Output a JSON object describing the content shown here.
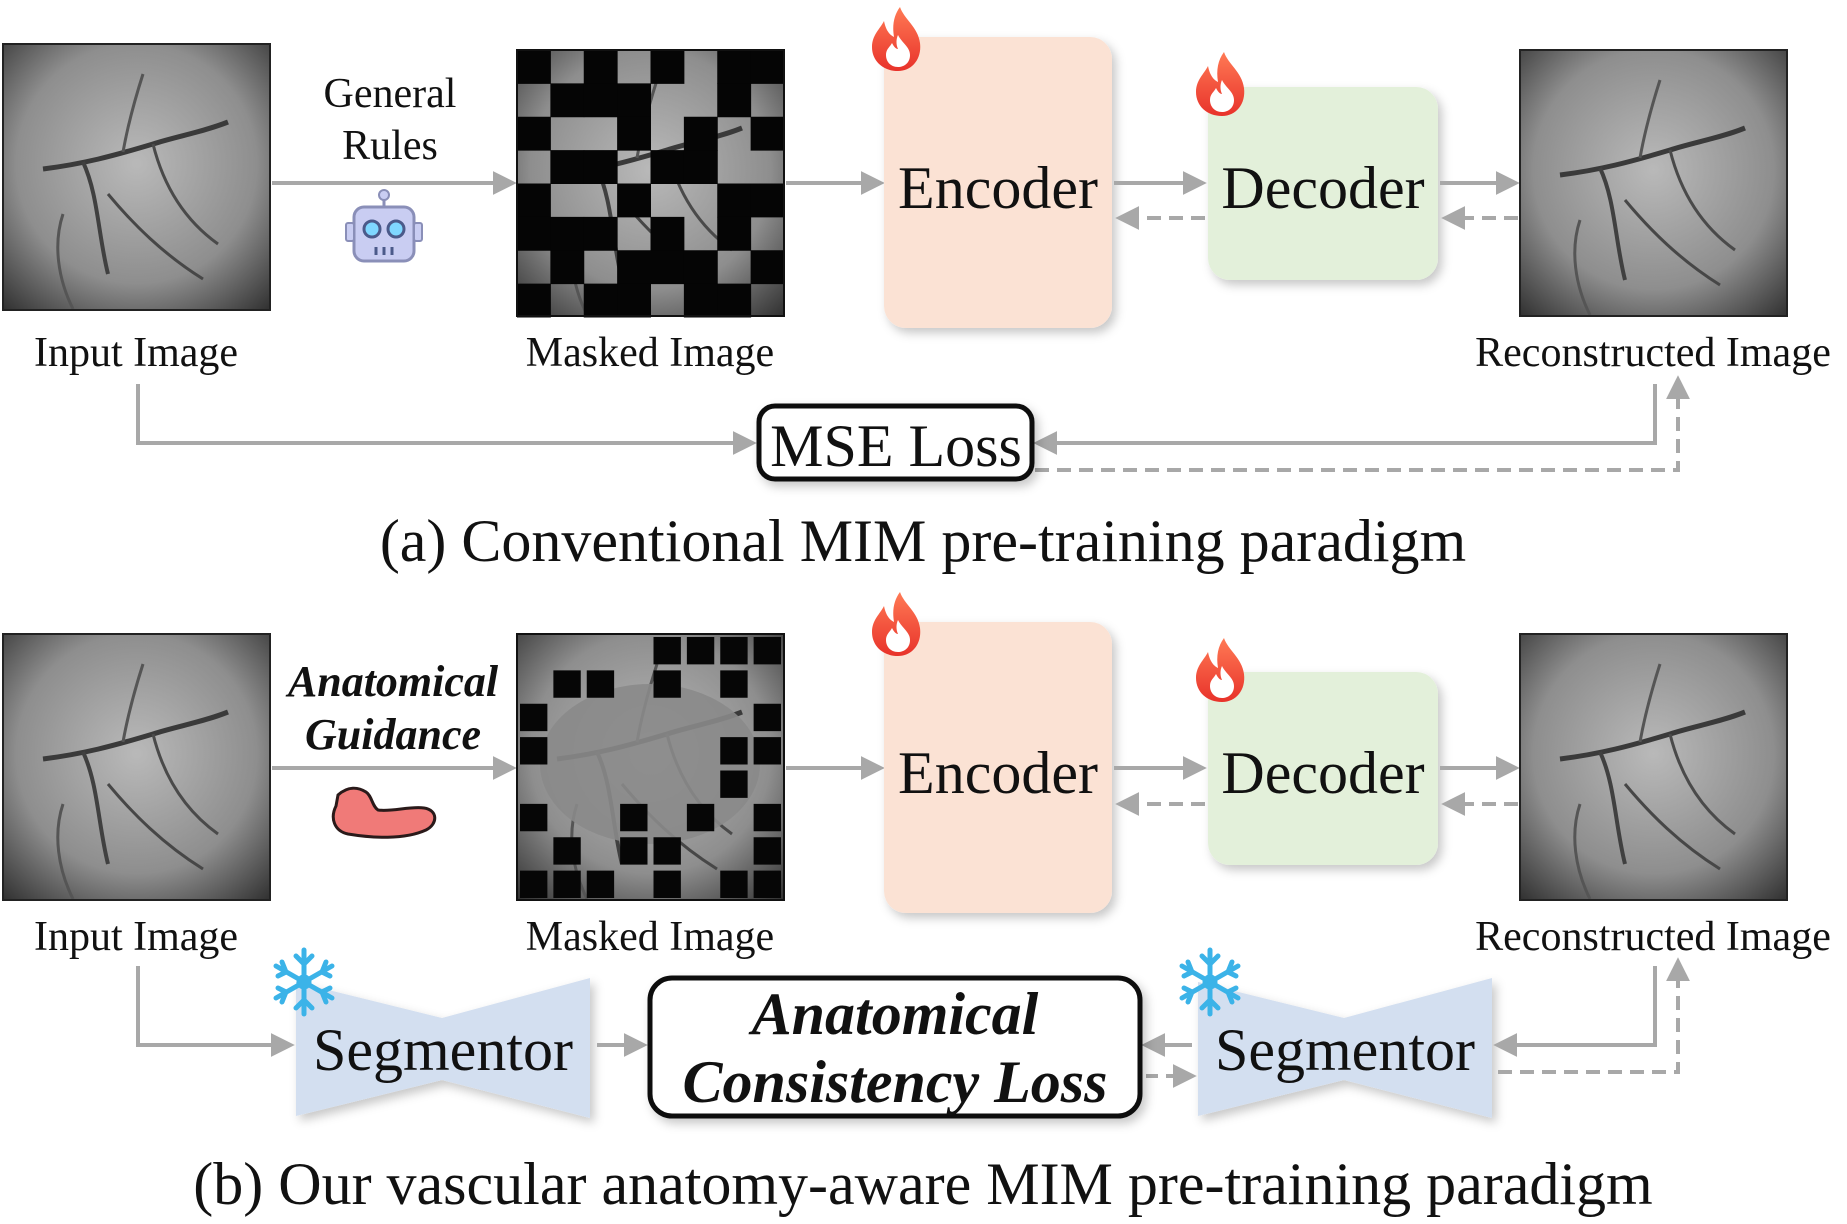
{
  "panel_a": {
    "input_label": "Input Image",
    "rule_line1": "General",
    "rule_line2": "Rules",
    "masked_label": "Masked Image",
    "encoder": "Encoder",
    "decoder": "Decoder",
    "recon_label": "Reconstructed Image",
    "loss": "MSE Loss",
    "caption": "(a) Conventional MIM pre-training paradigm"
  },
  "panel_b": {
    "input_label": "Input Image",
    "guide_line1": "Anatomical",
    "guide_line2": "Guidance",
    "masked_label": "Masked Image",
    "encoder": "Encoder",
    "decoder": "Decoder",
    "recon_label": "Reconstructed Image",
    "segmentor_left": "Segmentor",
    "segmentor_right": "Segmentor",
    "loss_line1": "Anatomical",
    "loss_line2": "Consistency Loss",
    "caption": "(b) Our vascular anatomy-aware MIM pre-training paradigm"
  },
  "icons": {
    "trainable": "flame-icon",
    "frozen": "snowflake-icon",
    "rules": "robot-icon",
    "guidance": "vessel-mask-icon"
  },
  "colors": {
    "encoder_fill": "#fbe2d4",
    "decoder_fill": "#e3f0da",
    "segmentor_fill": "#d3dff0",
    "arrow": "#a8a8a8",
    "flame": "#f04b3a",
    "snowflake": "#3bb3e8",
    "vessel_mask": "#f07a78"
  }
}
